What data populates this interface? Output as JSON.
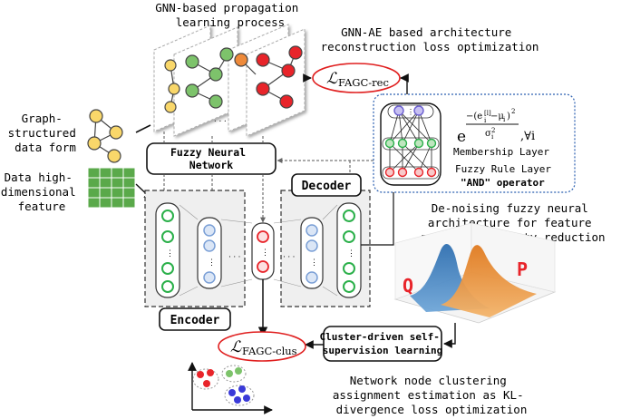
{
  "labels": {
    "gnn_process": [
      "GNN-based propagation",
      "learning process"
    ],
    "gnn_ae": [
      "GNN-AE based architecture",
      "reconstruction loss optimization"
    ],
    "graph_form": [
      "Graph-",
      "structured",
      "data form"
    ],
    "data_feature": [
      "Data high-",
      "dimensional",
      "feature"
    ],
    "fuzzy_nn": [
      "Fuzzy Neural",
      "Network"
    ],
    "decoder": "Decoder",
    "encoder": "Encoder",
    "membership_layer": "Membership Layer",
    "fuzzy_rule_layer": "Fuzzy Rule Layer",
    "and_operator": "\"AND\" operator",
    "denoising": [
      "De-noising fuzzy neural",
      "architecture for feature",
      "noise/uncertainty reduction"
    ],
    "cluster_ss": [
      "Cluster-driven self-",
      "supervision learning"
    ],
    "clustering_assign": [
      "Network node clustering",
      "assignment estimation as KL-",
      "divergence loss optimization"
    ],
    "q_label": "Q",
    "p_label": "P",
    "loss_rec_main": "ℒ",
    "loss_rec_sub": "FAGC-rec",
    "loss_clus_main": "ℒ",
    "loss_clus_sub": "FAGC-clus",
    "formula_forall": ",∀i"
  },
  "colors": {
    "node_yellow": "#f9d76a",
    "node_green": "#7dc36b",
    "node_orange": "#ee8a3a",
    "node_red": "#e8242a",
    "node_blue": "#a9c4ea",
    "node_purple": "#8a7fe0",
    "feature_grid": "#5aa94a",
    "dashed_box": "#efefef",
    "red_edge": "#e01f1f",
    "blue_edge": "#2b50c8"
  }
}
